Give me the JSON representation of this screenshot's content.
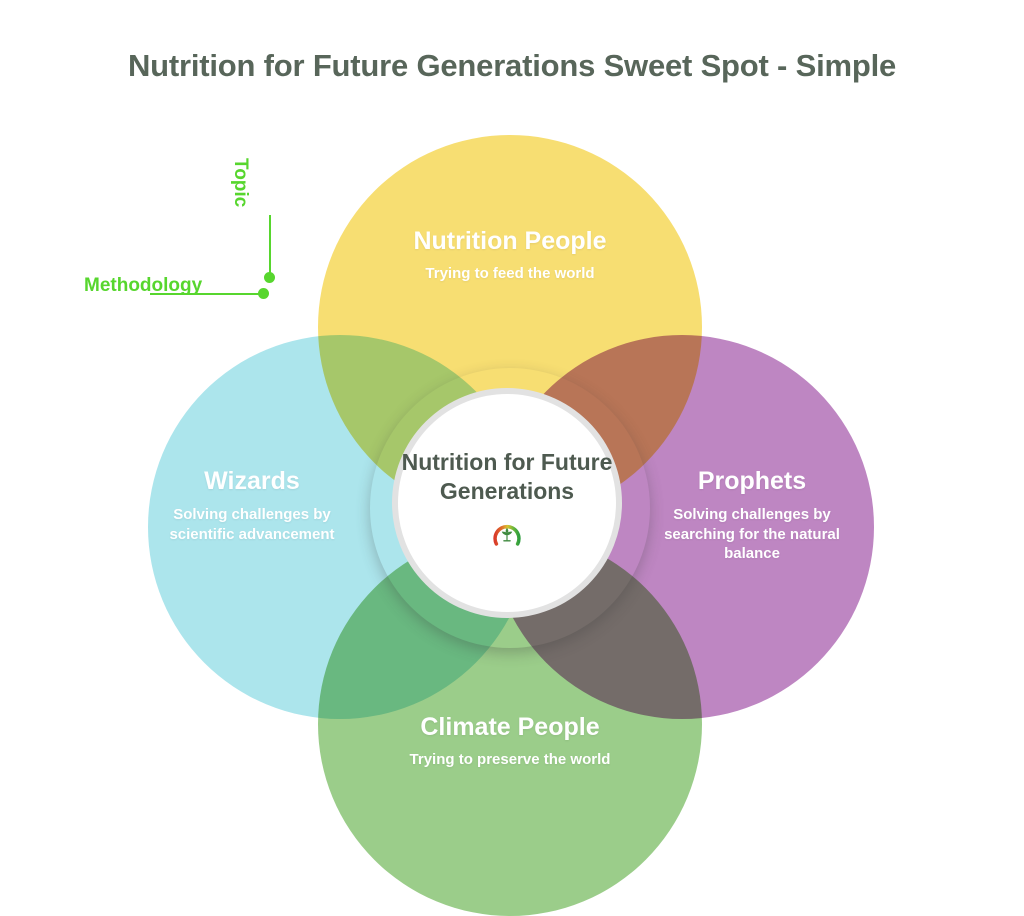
{
  "page": {
    "title": "Nutrition for Future Generations Sweet Spot - Simple",
    "background_color": "#ffffff",
    "title_color": "#58665a"
  },
  "chart_data": {
    "type": "venn",
    "title": "Nutrition for Future Generations Sweet Spot - Simple",
    "center": {
      "label": "Nutrition for Future Generations",
      "logo": "plant-gauge-logo",
      "fill": "#ffffff",
      "border_color": "#e2e2e2"
    },
    "sets": [
      {
        "id": "nutrition-people",
        "position": "top",
        "title": "Nutrition People",
        "subtitle": "Trying to feed the world",
        "color": "#f7de72",
        "text_color": "#ffffff"
      },
      {
        "id": "prophets",
        "position": "right",
        "title": "Prophets",
        "subtitle": "Solving challenges by searching for the natural balance",
        "color": "#be86c2",
        "text_color": "#ffffff"
      },
      {
        "id": "climate-people",
        "position": "bottom",
        "title": "Climate People",
        "subtitle": "Trying to preserve the world",
        "color": "#9bcd8a",
        "text_color": "#ffffff"
      },
      {
        "id": "wizards",
        "position": "left",
        "title": "Wizards",
        "subtitle": "Solving challenges by scientific advancement",
        "color": "#ace5ec",
        "text_color": "#ffffff"
      }
    ],
    "annotations": [
      {
        "id": "topic",
        "label": "Topic",
        "orientation": "vertical",
        "color": "#57d62e"
      },
      {
        "id": "methodology",
        "label": "Methodology",
        "orientation": "horizontal",
        "color": "#57d62e"
      }
    ]
  },
  "sets": {
    "top": {
      "title": "Nutrition People",
      "subtitle": "Trying to feed the world"
    },
    "left": {
      "title": "Wizards",
      "subtitle": "Solving challenges by scientific advancement"
    },
    "right": {
      "title": "Prophets",
      "subtitle": "Solving challenges by searching for the natural balance"
    },
    "bottom": {
      "title": "Climate People",
      "subtitle": "Trying to preserve the world"
    }
  },
  "center": {
    "title": "Nutrition for Future Generations"
  },
  "annotations": {
    "topic": "Topic",
    "methodology": "Methodology"
  }
}
